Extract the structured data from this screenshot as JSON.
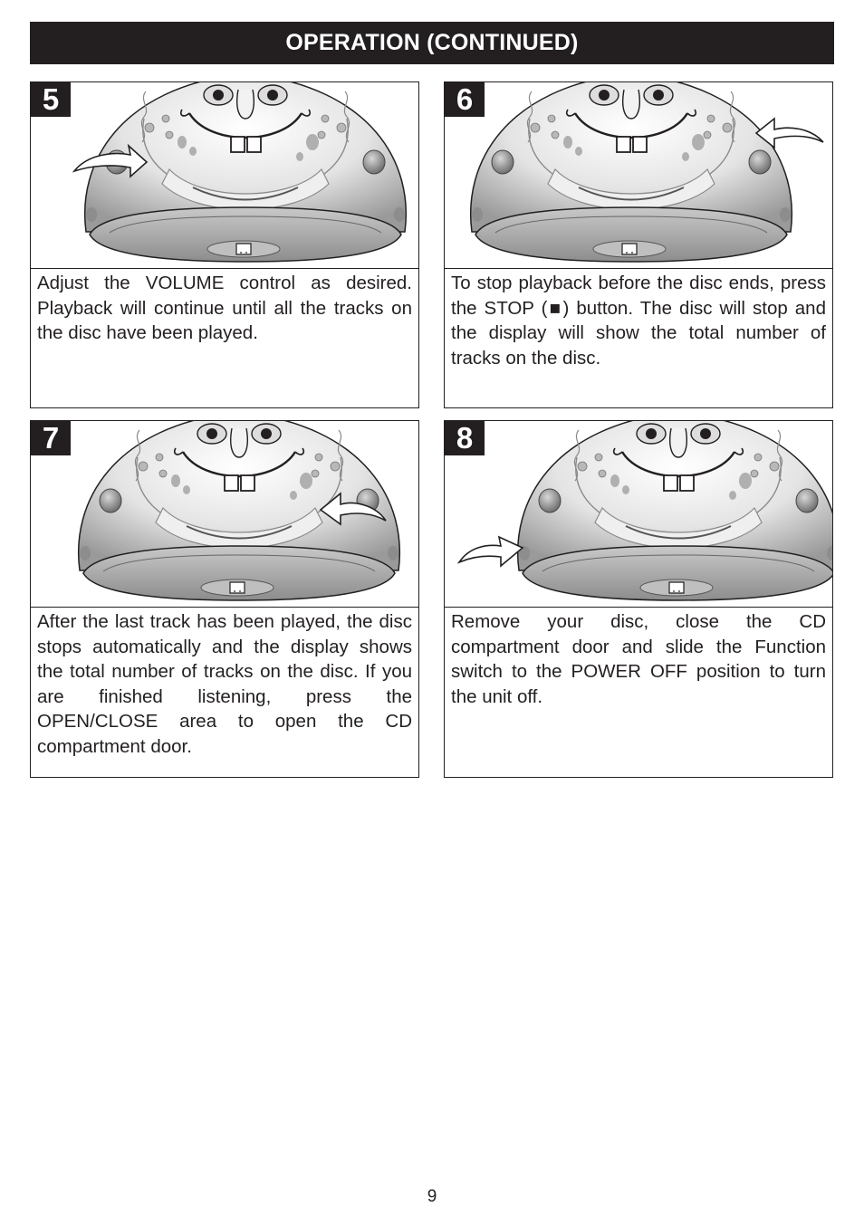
{
  "header": {
    "title": "OPERATION (CONTINUED)"
  },
  "steps": [
    {
      "number": "5",
      "arrow": "left-side",
      "text": "Adjust the VOLUME control as desired. Playback will continue until all the tracks on the disc have been played."
    },
    {
      "number": "6",
      "arrow": "right-side",
      "text": "To stop playback before the disc ends, press the STOP (■) button. The disc will stop and the display will show the total number of tracks on the disc."
    },
    {
      "number": "7",
      "arrow": "center-right",
      "text": "After the last track has been played, the disc stops automatically and the display shows the total number of tracks on the disc. If you are finished listening, press the OPEN/CLOSE area to open the CD compartment door."
    },
    {
      "number": "8",
      "arrow": "lower-left",
      "text": "Remove your disc, close the CD compartment door and slide the Function switch to the POWER OFF position to turn the unit off."
    }
  ],
  "footer": {
    "page_number": "9"
  }
}
